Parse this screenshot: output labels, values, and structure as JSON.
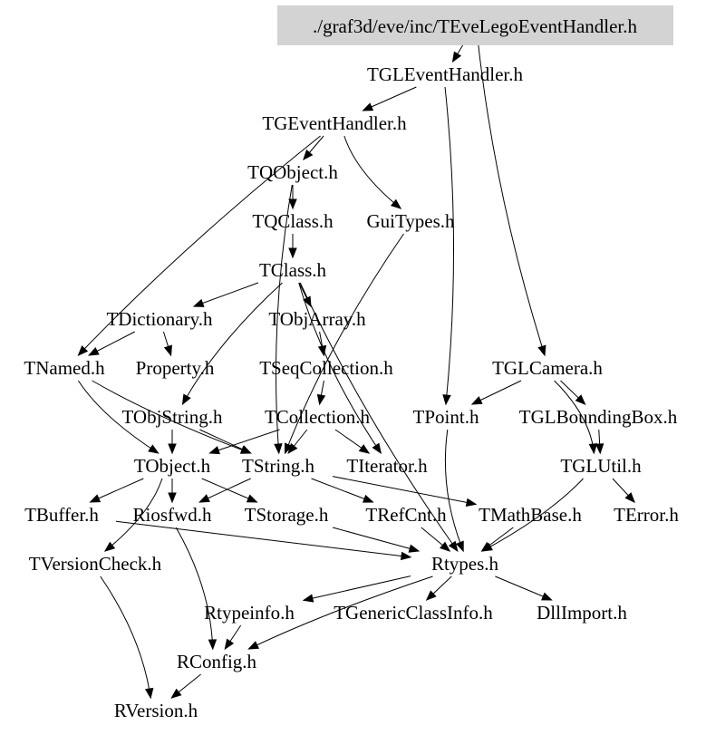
{
  "title": "./graf3d/eve/inc/TEveLegoEventHandler.h",
  "root": {
    "id": "root",
    "label": "./graf3d/eve/inc/TEveLegoEventHandler.h",
    "highlight_color": "#d3d3d3"
  },
  "nodes": [
    {
      "id": "TGLEventHandler",
      "label": "TGLEventHandler.h"
    },
    {
      "id": "TGEventHandler",
      "label": "TGEventHandler.h"
    },
    {
      "id": "TQObject",
      "label": "TQObject.h"
    },
    {
      "id": "TQClass",
      "label": "TQClass.h"
    },
    {
      "id": "GuiTypes",
      "label": "GuiTypes.h"
    },
    {
      "id": "TClass",
      "label": "TClass.h"
    },
    {
      "id": "TDictionary",
      "label": "TDictionary.h"
    },
    {
      "id": "TObjArray",
      "label": "TObjArray.h"
    },
    {
      "id": "TNamed",
      "label": "TNamed.h"
    },
    {
      "id": "Property",
      "label": "Property.h"
    },
    {
      "id": "TSeqCollection",
      "label": "TSeqCollection.h"
    },
    {
      "id": "TGLCamera",
      "label": "TGLCamera.h"
    },
    {
      "id": "TObjString",
      "label": "TObjString.h"
    },
    {
      "id": "TCollection",
      "label": "TCollection.h"
    },
    {
      "id": "TPoint",
      "label": "TPoint.h"
    },
    {
      "id": "TGLBoundingBox",
      "label": "TGLBoundingBox.h"
    },
    {
      "id": "TObject",
      "label": "TObject.h"
    },
    {
      "id": "TString",
      "label": "TString.h"
    },
    {
      "id": "TIterator",
      "label": "TIterator.h"
    },
    {
      "id": "TGLUtil",
      "label": "TGLUtil.h"
    },
    {
      "id": "TBuffer",
      "label": "TBuffer.h"
    },
    {
      "id": "Riosfwd",
      "label": "Riosfwd.h"
    },
    {
      "id": "TStorage",
      "label": "TStorage.h"
    },
    {
      "id": "TRefCnt",
      "label": "TRefCnt.h"
    },
    {
      "id": "TMathBase",
      "label": "TMathBase.h"
    },
    {
      "id": "TError",
      "label": "TError.h"
    },
    {
      "id": "TVersionCheck",
      "label": "TVersionCheck.h"
    },
    {
      "id": "Rtypes",
      "label": "Rtypes.h"
    },
    {
      "id": "Rtypeinfo",
      "label": "Rtypeinfo.h"
    },
    {
      "id": "TGenericClassInfo",
      "label": "TGenericClassInfo.h"
    },
    {
      "id": "DllImport",
      "label": "DllImport.h"
    },
    {
      "id": "RConfig",
      "label": "RConfig.h"
    },
    {
      "id": "RVersion",
      "label": "RVersion.h"
    }
  ],
  "edges": [
    [
      "root",
      "TGLEventHandler"
    ],
    [
      "root",
      "TGLCamera"
    ],
    [
      "TGLEventHandler",
      "TGEventHandler"
    ],
    [
      "TGLEventHandler",
      "TPoint"
    ],
    [
      "TGEventHandler",
      "TQObject"
    ],
    [
      "TGEventHandler",
      "GuiTypes"
    ],
    [
      "TGEventHandler",
      "TNamed"
    ],
    [
      "TQObject",
      "TQClass"
    ],
    [
      "TQObject",
      "TString"
    ],
    [
      "TQClass",
      "TClass"
    ],
    [
      "TClass",
      "TDictionary"
    ],
    [
      "TClass",
      "TObjArray"
    ],
    [
      "TClass",
      "TObjString"
    ],
    [
      "TClass",
      "TIterator"
    ],
    [
      "TClass",
      "Rtypes"
    ],
    [
      "TDictionary",
      "TNamed"
    ],
    [
      "TDictionary",
      "Property"
    ],
    [
      "TObjArray",
      "TSeqCollection"
    ],
    [
      "TSeqCollection",
      "TCollection"
    ],
    [
      "TNamed",
      "TObject"
    ],
    [
      "TNamed",
      "TString"
    ],
    [
      "TObjString",
      "TObject"
    ],
    [
      "TObjString",
      "TString"
    ],
    [
      "TCollection",
      "TObject"
    ],
    [
      "TCollection",
      "TIterator"
    ],
    [
      "TCollection",
      "TString"
    ],
    [
      "GuiTypes",
      "TString"
    ],
    [
      "TGLCamera",
      "TGLBoundingBox"
    ],
    [
      "TGLCamera",
      "TPoint"
    ],
    [
      "TGLCamera",
      "TGLUtil"
    ],
    [
      "TGLBoundingBox",
      "TGLUtil"
    ],
    [
      "TGLUtil",
      "TError"
    ],
    [
      "TGLUtil",
      "Rtypes"
    ],
    [
      "TPoint",
      "Rtypes"
    ],
    [
      "TObject",
      "TBuffer"
    ],
    [
      "TObject",
      "Riosfwd"
    ],
    [
      "TObject",
      "TStorage"
    ],
    [
      "TObject",
      "TVersionCheck"
    ],
    [
      "TString",
      "TRefCnt"
    ],
    [
      "TString",
      "TMathBase"
    ],
    [
      "TString",
      "Riosfwd"
    ],
    [
      "TStorage",
      "Rtypes"
    ],
    [
      "TRefCnt",
      "Rtypes"
    ],
    [
      "TMathBase",
      "Rtypes"
    ],
    [
      "TBuffer",
      "Rtypes"
    ],
    [
      "TVersionCheck",
      "RVersion"
    ],
    [
      "Riosfwd",
      "RConfig"
    ],
    [
      "Rtypes",
      "Rtypeinfo"
    ],
    [
      "Rtypes",
      "TGenericClassInfo"
    ],
    [
      "Rtypes",
      "DllImport"
    ],
    [
      "Rtypes",
      "RConfig"
    ],
    [
      "Rtypeinfo",
      "RConfig"
    ],
    [
      "RConfig",
      "RVersion"
    ]
  ]
}
